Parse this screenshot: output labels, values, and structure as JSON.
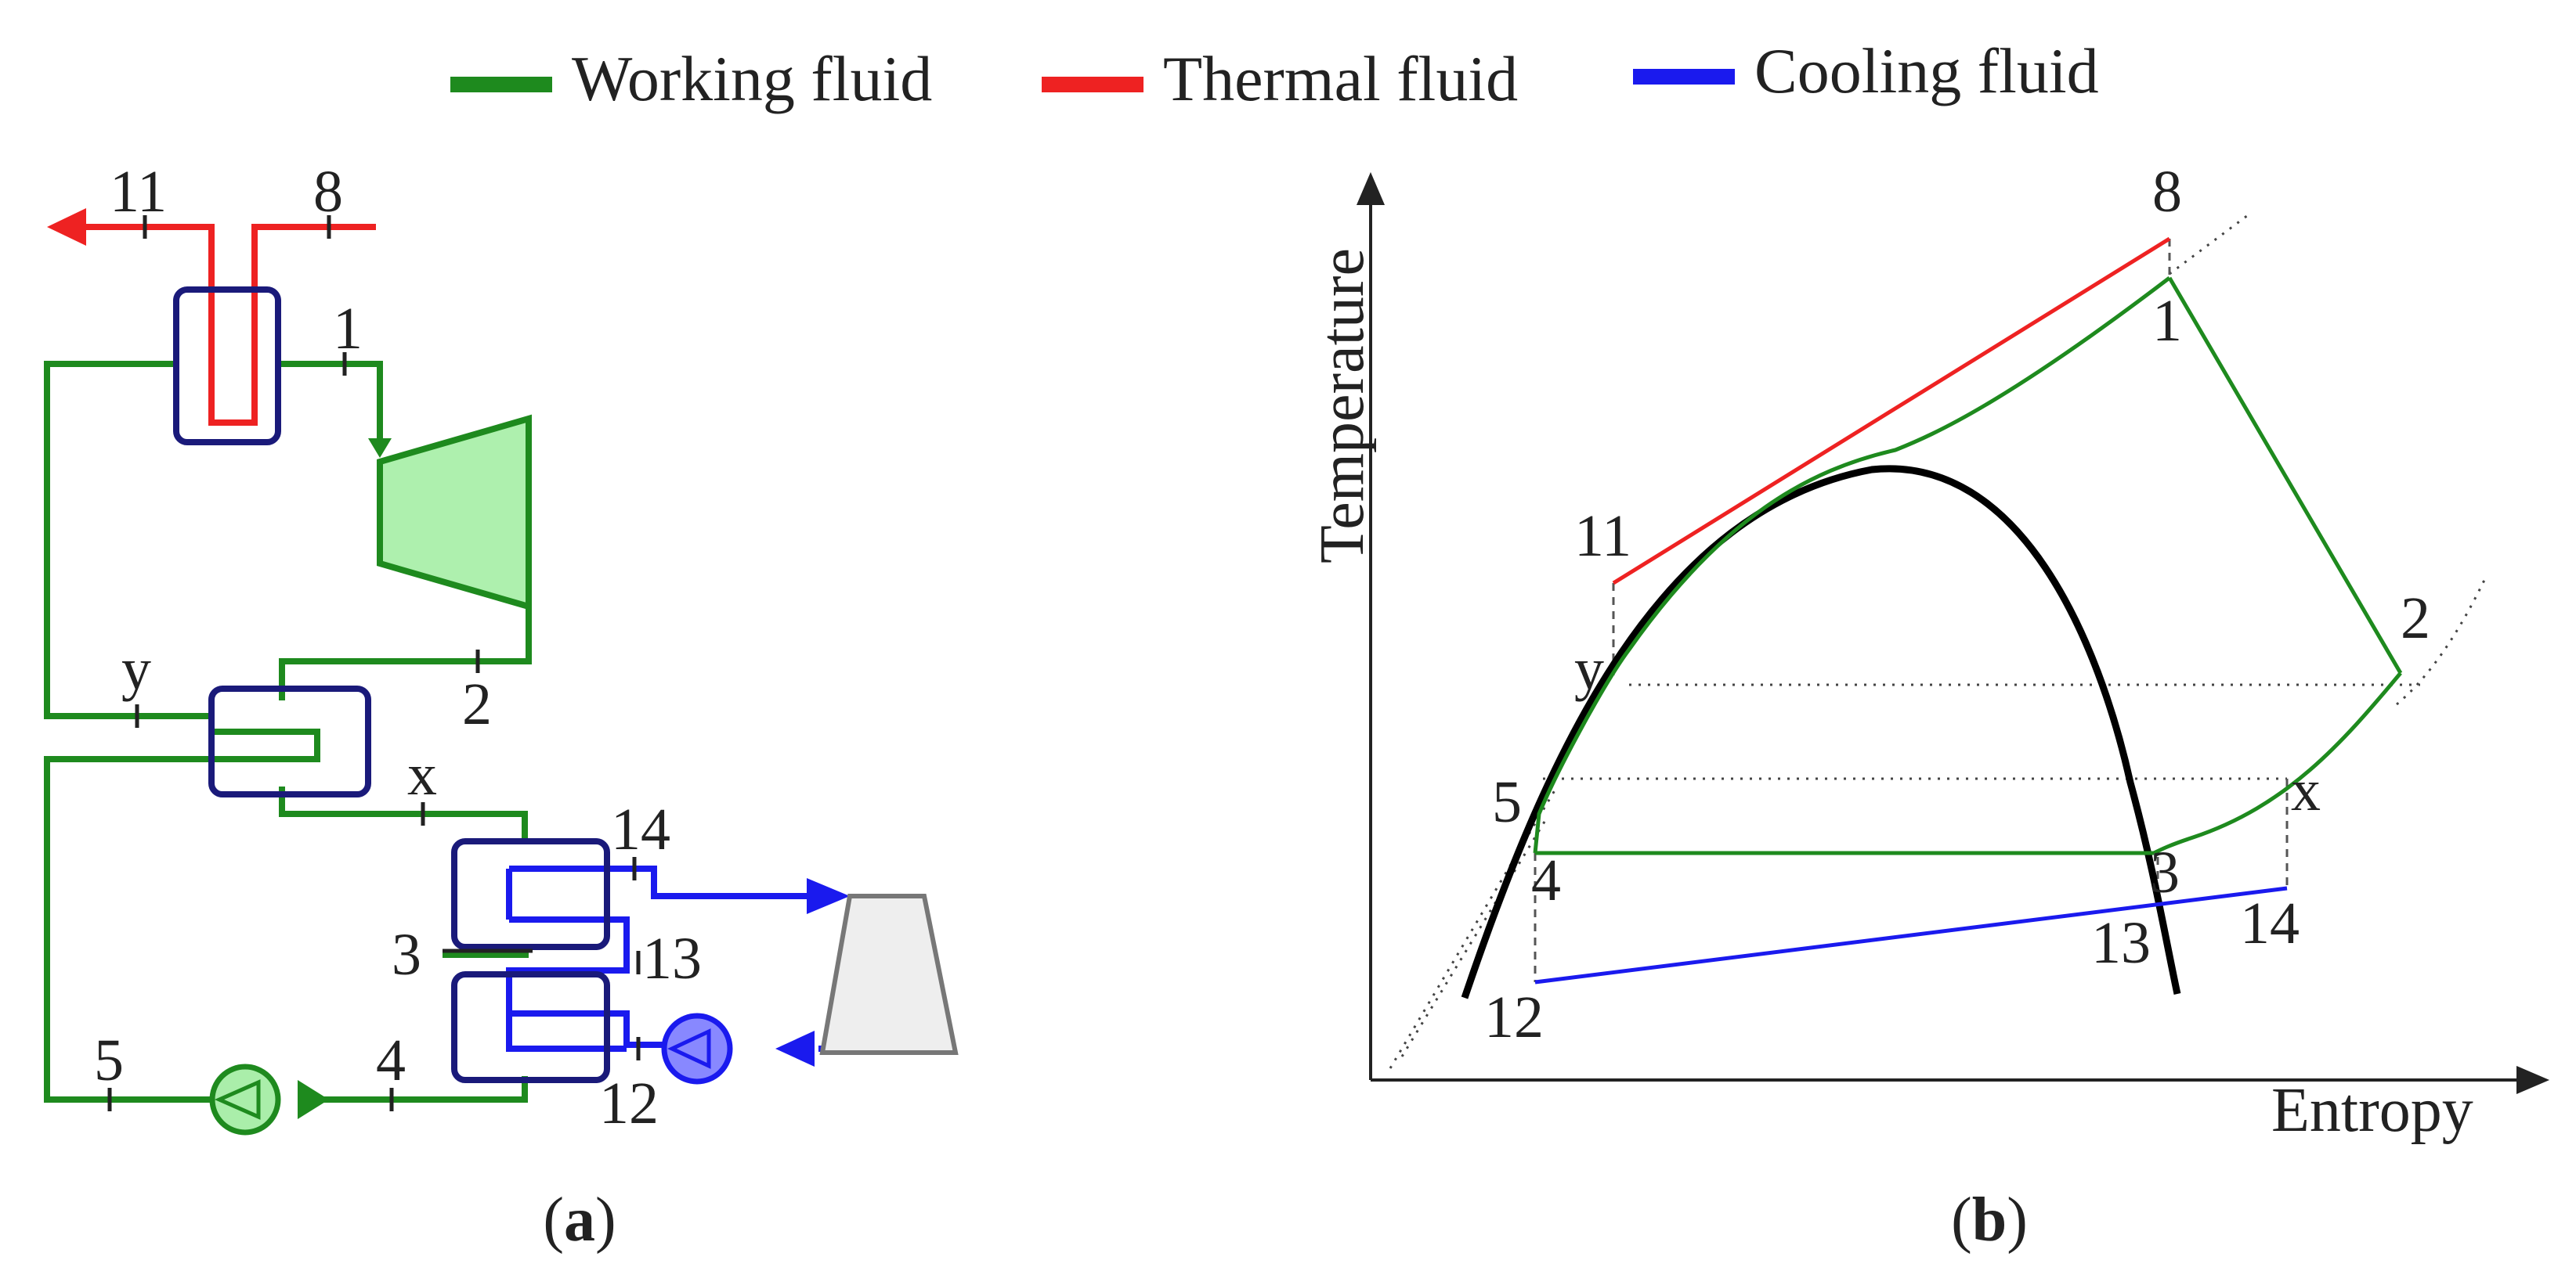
{
  "legend": {
    "working": {
      "label": "Working fluid",
      "color": "#1e8a1e"
    },
    "thermal": {
      "label": "Thermal fluid",
      "color": "#ee2222"
    },
    "cooling": {
      "label": "Cooling fluid",
      "color": "#1a1aee"
    }
  },
  "schematic": {
    "caption_open": "(",
    "caption_letter": "a",
    "caption_close": ")",
    "points": {
      "p11": "11",
      "p8": "8",
      "p1": "1",
      "py": "y",
      "p2": "2",
      "px": "x",
      "p14": "14",
      "p3": "3",
      "p13": "13",
      "p5": "5",
      "p4": "4",
      "p12": "12"
    }
  },
  "ts_diagram": {
    "caption_open": "(",
    "caption_letter": "b",
    "caption_close": ")",
    "y_axis_label": "Temperature",
    "x_axis_label": "Entropy",
    "points": {
      "p8": "8",
      "p1": "1",
      "p11": "11",
      "p2": "2",
      "py": "y",
      "p5": "5",
      "px": "x",
      "p4": "4",
      "p3": "3",
      "p13": "13",
      "p14": "14",
      "p12": "12"
    }
  },
  "colors": {
    "hx_border": "#1a1a7a",
    "turbine_fill": "#aef0ae",
    "tower_fill": "#eeeeee",
    "tower_stroke": "#777777",
    "pump_fill_cooling": "#8888ff",
    "pump_fill_working": "#aaeeaa",
    "dome": "#000000"
  }
}
